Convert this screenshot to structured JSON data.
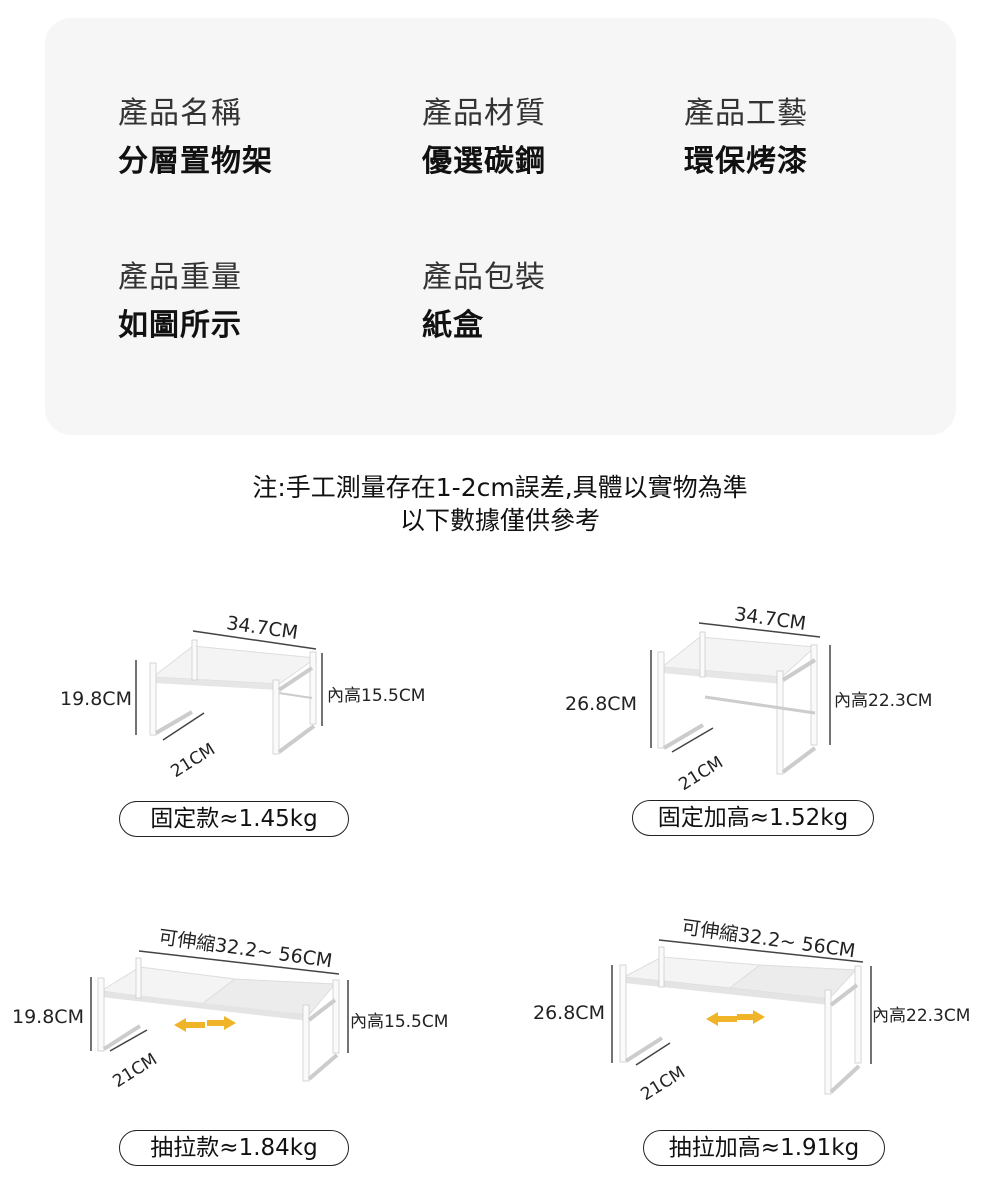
{
  "specs": [
    {
      "label": "產品名稱",
      "value": "分層置物架"
    },
    {
      "label": "產品材質",
      "value": "優選碳鋼"
    },
    {
      "label": "產品工藝",
      "value": "環保烤漆"
    },
    {
      "label": "產品重量",
      "value": "如圖所示"
    },
    {
      "label": "產品包裝",
      "value": "紙盒"
    }
  ],
  "note": {
    "line1": "注:手工測量存在1-2cm誤差,具體以實物為準",
    "line2": "以下數據僅供參考"
  },
  "products": [
    {
      "name": "固定款≈1.45kg",
      "width": "34.7CM",
      "height": "19.8CM",
      "depth": "21CM",
      "inner_height": "內高15.5CM"
    },
    {
      "name": "固定加高≈1.52kg",
      "width": "34.7CM",
      "height": "26.8CM",
      "depth": "21CM",
      "inner_height": "內高22.3CM"
    },
    {
      "name": "抽拉款≈1.84kg",
      "width": "可伸縮32.2~ 56CM",
      "height": "19.8CM",
      "depth": "21CM",
      "inner_height": "內高15.5CM"
    },
    {
      "name": "抽拉加高≈1.91kg",
      "width": "可伸縮32.2~ 56CM",
      "height": "26.8CM",
      "depth": "21CM",
      "inner_height": "內高22.3CM"
    }
  ],
  "colors": {
    "card_bg": "#f6f6f6",
    "arrow": "#f0b429",
    "shelf_frame": "#e8e8e8"
  }
}
